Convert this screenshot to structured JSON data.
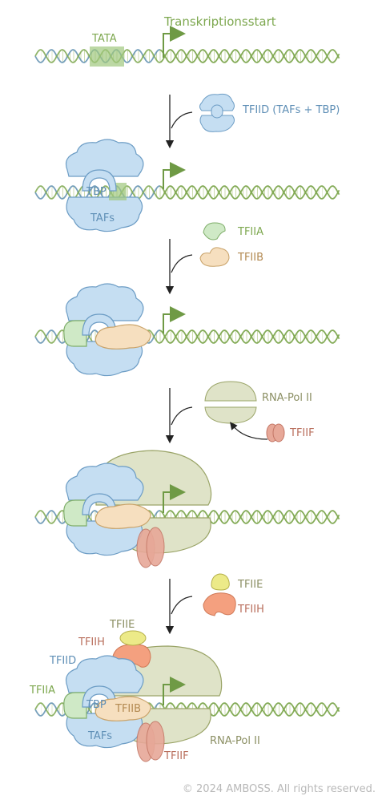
{
  "colors": {
    "dna_strand_dark": "#5f8fb0",
    "dna_strand_green": "#7ea850",
    "dna_rung": "#c8d8a8",
    "promoter_arrow": "#6f9a45",
    "tata_box": "#9fc87e",
    "tfiid": "#c5def2",
    "tfiid_stroke": "#6d9dc5",
    "tfiia": "#cfe9c6",
    "tfiia_stroke": "#7fae6a",
    "tfiib": "#f6dfbf",
    "tfiib_stroke": "#c9a36a",
    "rnapol": "#dfe3c8",
    "rnapol_stroke": "#9aa467",
    "tfiif": "#e7a898",
    "tfiif_stroke": "#c47766",
    "tfiie": "#ecea88",
    "tfiih": "#f4a07f",
    "text_blue": "#5f8fb6",
    "text_green": "#7ea850",
    "text_tan": "#b38a52",
    "text_olive": "#8b8f63",
    "text_red": "#b96f5d"
  },
  "labels": {
    "tata": "TATA",
    "transcription_start": "Transkriptionsstart",
    "tfiid_full": "TFIID (TAFs + TBP)",
    "tbp": "TBP",
    "tafs": "TAFs",
    "tfiia": "TFIIA",
    "tfiib": "TFIIB",
    "rna_pol": "RNA-Pol II",
    "tfiif": "TFIIF",
    "tfiie": "TFIIE",
    "tfiih": "TFIIH",
    "tfiid": "TFIID"
  },
  "footer": {
    "copyright": "© 2024 AMBOSS. All rights reserved."
  }
}
